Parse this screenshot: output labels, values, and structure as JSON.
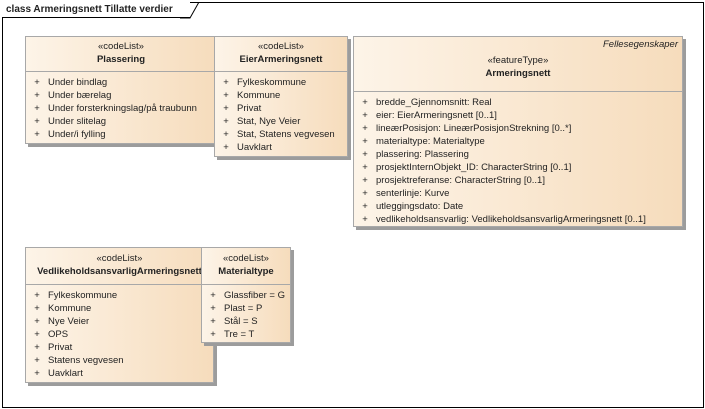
{
  "diagram_title": "class Armeringsnett Tillatte verdier",
  "classes": {
    "plassering": {
      "stereotype": "«codeList»",
      "name": "Plassering",
      "items": [
        "Under bindlag",
        "Under bærelag",
        "Under forsterkningslag/på traubunn",
        "Under slitelag",
        "Under/i fylling"
      ]
    },
    "eier": {
      "stereotype": "«codeList»",
      "name": "EierArmeringsnett",
      "items": [
        "Fylkeskommune",
        "Kommune",
        "Privat",
        "Stat, Nye Veier",
        "Stat, Statens vegvesen",
        "Uavklart"
      ]
    },
    "armeringsnett": {
      "tag": "Fellesegenskaper",
      "stereotype": "«featureType»",
      "name": "Armeringsnett",
      "items": [
        "bredde_Gjennomsnitt: Real",
        "eier: EierArmeringsnett [0..1]",
        "lineærPosisjon: LineærPosisjonStrekning [0..*]",
        "materialtype: Materialtype",
        "plassering: Plassering",
        "prosjektInternObjekt_ID: CharacterString [0..1]",
        "prosjektreferanse: CharacterString [0..1]",
        "senterlinje: Kurve",
        "utleggingsdato: Date",
        "vedlikeholdsansvarlig: VedlikeholdsansvarligArmeringsnett [0..1]"
      ]
    },
    "vedlikehold": {
      "stereotype": "«codeList»",
      "name": "VedlikeholdsansvarligArmeringsnett",
      "items": [
        "Fylkeskommune",
        "Kommune",
        "Nye Veier",
        "OPS",
        "Privat",
        "Statens vegvesen",
        "Uavklart"
      ]
    },
    "materialtype": {
      "stereotype": "«codeList»",
      "name": "Materialtype",
      "items": [
        "Glassfiber = G",
        "Plast = P",
        "Stål = S",
        "Tre = T"
      ]
    }
  },
  "visibility_marker": "+"
}
